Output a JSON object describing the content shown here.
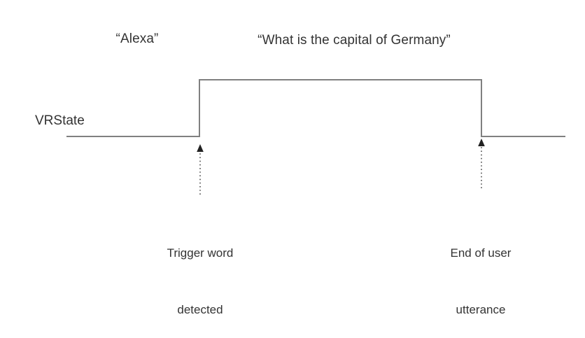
{
  "figure": {
    "background_color": "#ffffff",
    "text_color": "#333333",
    "signal_color": "#808080",
    "annotation_color": "#333333",
    "signal_name": "VRState",
    "captions": {
      "trigger_word": "“Alexa”",
      "user_utterance": "“What is the capital of Germany”"
    },
    "events": {
      "rising": {
        "line_1": "Trigger word",
        "line_2": "detected"
      },
      "falling": {
        "line_1": "End of user",
        "line_2": "utterance"
      }
    }
  },
  "chart_data": {
    "type": "line",
    "title": "",
    "subtitle": "",
    "xlabel": "",
    "ylabel": "VRState",
    "grid": false,
    "legend": null,
    "series": [
      {
        "name": "VRState",
        "kind": "digital-waveform",
        "color": "#808080",
        "points": [
          {
            "x": 95,
            "y": 0
          },
          {
            "x": 285,
            "y": 0
          },
          {
            "x": 285,
            "y": 1
          },
          {
            "x": 688,
            "y": 1
          },
          {
            "x": 688,
            "y": 0
          },
          {
            "x": 808,
            "y": 0
          }
        ],
        "levels": {
          "low": 0,
          "high": 1
        }
      }
    ],
    "annotations": [
      {
        "type": "event-marker",
        "label": "Trigger word detected",
        "x": 285,
        "arrow": "up-dotted",
        "caption": "“Alexa”"
      },
      {
        "type": "event-marker",
        "label": "End of user utterance",
        "x": 688,
        "arrow": "up-dotted",
        "caption": "“What is the capital of Germany”"
      }
    ],
    "xlim": [
      95,
      808
    ],
    "ylim": [
      0,
      1
    ]
  }
}
